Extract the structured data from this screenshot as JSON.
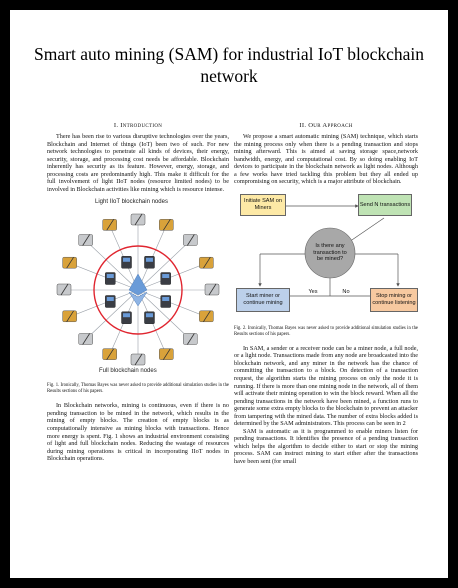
{
  "title": "Smart auto mining (SAM) for industrial IoT blockchain network",
  "left_column": {
    "section_heading": "I. Introduction",
    "intro_paragraph": "There has been rise to various disruptive technologies over the years, Blockchain and Internet of things (IoT) been two of such. For new network technologies to penetrate all kinds of devices, their energy, security, storage, and processing cost needs be affordable. Blockchain inherently has security as its feature. However, energy, storage, and processing costs are predominantly high. This make it difficult for the full involvement of light IIoT nodes (resource limited nodes) to be involved in Blockchain activities like mining which is resource intense.",
    "figure1": {
      "top_label": "Light IIoT blockchain nodes",
      "bottom_label": "Full blockchain nodes",
      "colors": {
        "ring": "#e0252f",
        "hub": "#6a9bd8",
        "spokes": "#9aa0a8"
      }
    },
    "figure1_caption": "Fig. 1.   Ironically, Thomas Bayes was never asked to provide additional simulation studies in the Results sections of his papers.",
    "second_paragraph": "In Blockchain networks, mining is continuous, even if there is no pending transaction to be mined in the network, which results in the mining of empty blocks. The creation of empty blocks is as computationally intensive as mining blocks with transactions. Hence more energy is spent. Fig. 1 shows an industrial environment consisting of light and full blockchain nodes. Reducing the wastage of resources during mining operations is critical in incorporating IIoT nodes in Blockchain operations."
  },
  "right_column": {
    "section_heading": "II. Our Approach",
    "approach_paragraph": "We propose a smart automatic mining (SAM) technique, which starts the mining process only when there is a pending transaction and stops mining afterward. This is aimed at saving storage space,network bandwidth, energy, and computational cost. By so doing enabling IoT devices to participate in the blockchain network as light nodes. Although a few works have tried tackling this problem but they all ended up compromising on security, which is a major attribute of blockchain.",
    "figure2": {
      "initiate_box": "Initiate SAM on Miners",
      "send_box": "Send N transactions",
      "decision": "Is there any transaction to be mined?",
      "start_box": "Start miner or continue mining",
      "stop_box": "Stop mining or continue listening",
      "yes_label": "Yes",
      "no_label": "No",
      "colors": {
        "yellow": "#fde9a6",
        "green": "#bfe3b4",
        "grey": "#a8a8a8",
        "blue": "#bcd0ea",
        "orange": "#f7c9a0"
      }
    },
    "figure2_caption": "Fig. 2.   Ironically, Thomas Bayes was never asked to provide additional simulation studies in the Results sections of his papers.",
    "paragraph_2": "In SAM, a sender or a receiver node can be a miner node, a full node, or a light node. Transactions made from any node are broadcasted into the blockchain network, and any miner in the network has the chance of committing the transaction to a block. On detection of a transaction request, the algorithm starts the mining process on only the node it is running. If there is more than one mining node in the network, all of them will activate their mining operation to win the block reward. When all the pending transactions in the network have been mined, a function runs to generate some extra empty blocks to the blockchain to prevent an attacker from tampering with the mined data. The number of extra blocks added is determined by the SAM administrators. This process can be seen in 2",
    "paragraph_3": "SAM is automatic as it is programmed to enable miners listen for pending transactions. It identifies the presence of a pending transaction which helps the algorithm to decide either to start or stop the mining process. SAM can instruct mining to start either after the transactions have been sent (for small"
  }
}
